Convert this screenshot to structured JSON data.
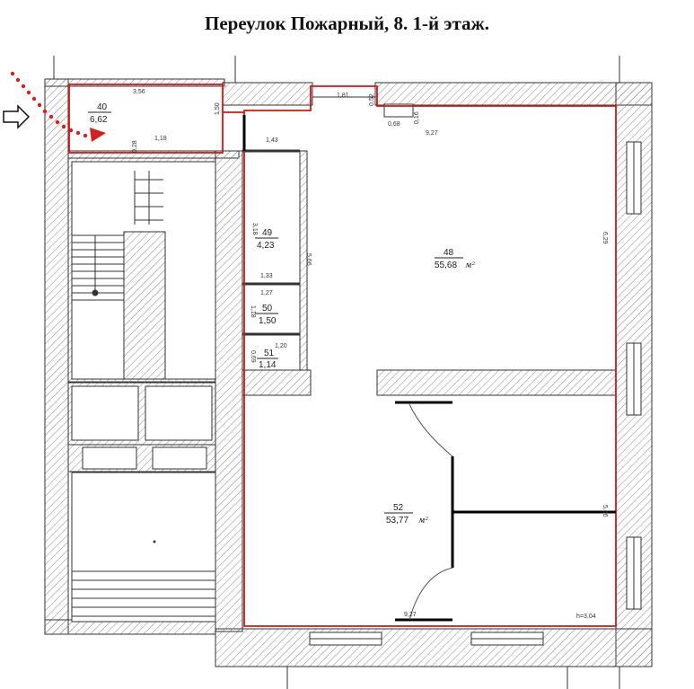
{
  "title": "Переулок Пожарный, 8. 1-й этаж.",
  "rooms": {
    "r40": {
      "number": "40",
      "area": "6,62"
    },
    "r48": {
      "number": "48",
      "area": "55,68",
      "unit": "м²"
    },
    "r49": {
      "number": "49",
      "area": "4,23"
    },
    "r50": {
      "number": "50",
      "area": "1,50"
    },
    "r51": {
      "number": "51",
      "area": "1,14"
    },
    "r52": {
      "number": "52",
      "area": "53,77",
      "unit": "м²"
    }
  },
  "dimensions": {
    "d356": "3,56",
    "d150": "1,50",
    "d028": "0,28",
    "d118": "1,18",
    "d181": "1,81",
    "d052": "0,52",
    "d068": "0,68",
    "d016": "0,16",
    "d927a": "9,27",
    "d143": "1,43",
    "d318": "3,18",
    "d566": "5,66",
    "d629": "6,29",
    "d133": "1,33",
    "d127": "1,27",
    "d118b": "1,18",
    "d069": "0,69",
    "d120": "1,20",
    "d566b": "5,66",
    "d927b": "9,27",
    "height": "h=3,04"
  },
  "colors": {
    "wall_outline": "#333333",
    "highlight": "#d01818",
    "arrow": "#d42020",
    "hatch": "#888888"
  }
}
